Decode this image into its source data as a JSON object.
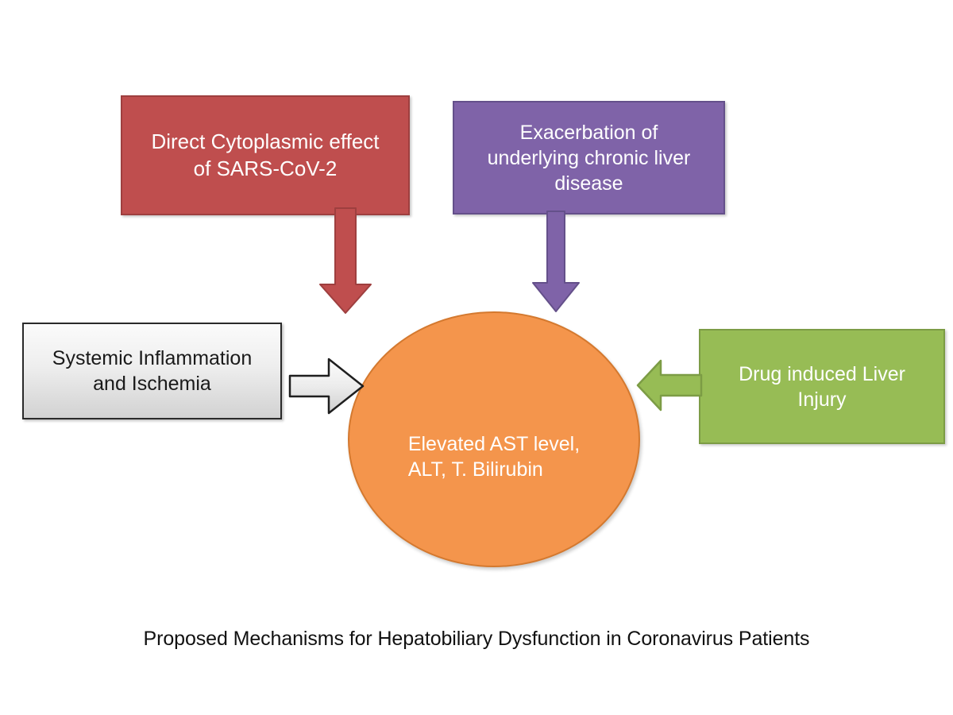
{
  "diagram": {
    "caption": "Proposed Mechanisms for Hepatobiliary Dysfunction in Coronavirus Patients",
    "background_color": "#ffffff",
    "nodes": [
      {
        "id": "direct-cytoplasmic",
        "label": "Direct Cytoplasmic effect\nof SARS-CoV-2",
        "shape": "rectangle",
        "fill": "#bf4e4e",
        "border": "#9e3f3f",
        "text_color": "#ffffff"
      },
      {
        "id": "exacerbation",
        "label": "Exacerbation of\nunderlying chronic liver\ndisease",
        "shape": "rectangle",
        "fill": "#7f63a8",
        "border": "#64508a",
        "text_color": "#ffffff"
      },
      {
        "id": "systemic-inflammation",
        "label": "Systemic Inflammation\nand Ischemia",
        "shape": "rectangle",
        "fill": "#e8e8e8",
        "border": "#2a2a2a",
        "text_color": "#1a1a1a"
      },
      {
        "id": "drug-induced",
        "label": "Drug induced Liver\nInjury",
        "shape": "rectangle",
        "fill": "#97bc55",
        "border": "#7c9c45",
        "text_color": "#ffffff"
      },
      {
        "id": "elevated-labs",
        "label": "Elevated AST level,\nALT, T. Bilirubin",
        "shape": "ellipse",
        "fill": "#f4954c",
        "border": "#d4792f",
        "text_color": "#ffffff"
      }
    ],
    "arrows": [
      {
        "id": "red-down",
        "from": "direct-cytoplasmic",
        "to": "elevated-labs",
        "direction": "down",
        "fill": "#bf4e4e",
        "border": "#9e3f3f"
      },
      {
        "id": "purple-down",
        "from": "exacerbation",
        "to": "elevated-labs",
        "direction": "down",
        "fill": "#7f63a8",
        "border": "#64508a"
      },
      {
        "id": "gray-right",
        "from": "systemic-inflammation",
        "to": "elevated-labs",
        "direction": "right",
        "fill": "#e3e3e3",
        "border": "#2a2a2a"
      },
      {
        "id": "green-left",
        "from": "drug-induced",
        "to": "elevated-labs",
        "direction": "left",
        "fill": "#97bc55",
        "border": "#7c9c45"
      }
    ]
  }
}
